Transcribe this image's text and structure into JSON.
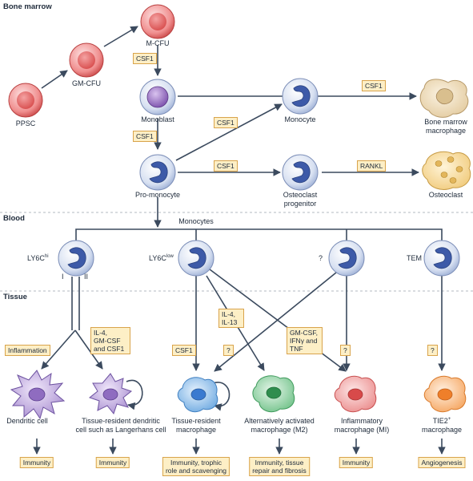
{
  "sections": {
    "bone_marrow": "Bone marrow",
    "blood": "Blood",
    "tissue": "Tissue"
  },
  "cells": {
    "mcfu": "M-CFU",
    "gmcfu": "GM-CFU",
    "ppsc": "PPSC",
    "monoblast": "Monoblast",
    "promonocyte": "Pro-monocyte",
    "monocyte": "Monocyte",
    "bm_macrophage": [
      "Bone marrow",
      "macrophage"
    ],
    "osteoclast_progenitor": [
      "Osteoclast",
      "progenitor"
    ],
    "osteoclast": "Osteoclast",
    "monocytes": "Monocytes",
    "ly6c_hi": {
      "base": "LY6C",
      "sup": "hi"
    },
    "ly6c_low": {
      "base": "LY6C",
      "sup": "low"
    },
    "unknown": "?",
    "tem": "TEM",
    "subsets": [
      "I",
      "II"
    ],
    "dendritic": "Dendritic cell",
    "langerhans": [
      "Tissue-resident dendritic",
      "cell such as Langerhans cell"
    ],
    "tissue_resident": [
      "Tissue-resident",
      "macrophage"
    ],
    "m2": [
      "Alternatively activated",
      "macrophage (M2)"
    ],
    "m1": [
      "Inflammatory",
      "macrophage (MI)"
    ],
    "tie2": {
      "base": "TIE2",
      "sup": "+",
      "line2": "macrophage"
    }
  },
  "factors": {
    "csf1_a": "CSF1",
    "csf1_b": "CSF1",
    "csf1_c": "CSF1",
    "csf1_d": "CSF1",
    "csf1_e": "CSF1",
    "rankl": "RANKL",
    "inflammation": "Inflammation",
    "il4_gm": [
      "IL-4,",
      "GM-CSF",
      "and CSF1"
    ],
    "csf1_tissue": "CSF1",
    "q1": "?",
    "il4_il13": [
      "IL-4,",
      "IL-13"
    ],
    "gm_ifn_tnf": [
      "GM-CSF,",
      "IFNγ and",
      "TNF"
    ],
    "q2": "?",
    "q3": "?"
  },
  "outcomes": {
    "immunity1": "Immunity",
    "immunity2": "Immunity",
    "trophic": [
      "Immunity, trophic",
      "role and scavenging"
    ],
    "repair": [
      "Immunity, tissue",
      "repair and fibrosis"
    ],
    "immunity3": "Immunity",
    "angiogenesis": "Angiogenesis"
  },
  "colors": {
    "line": "#3b4a5e",
    "factor_fill": "#fdefc6",
    "factor_border": "#d9a44c",
    "progenitor_red": "#e05a5a",
    "monoblast_purple": "#8a5fb5",
    "monocyte_blue": "#3d5aa8",
    "dc_purple": "#9d7fc4",
    "resident_blue": "#4a8fd6",
    "m2_green": "#4fae6a",
    "m1_red": "#e06a6a",
    "tie2_orange": "#f08a3c",
    "bone_beige": "#e9d6b0"
  }
}
